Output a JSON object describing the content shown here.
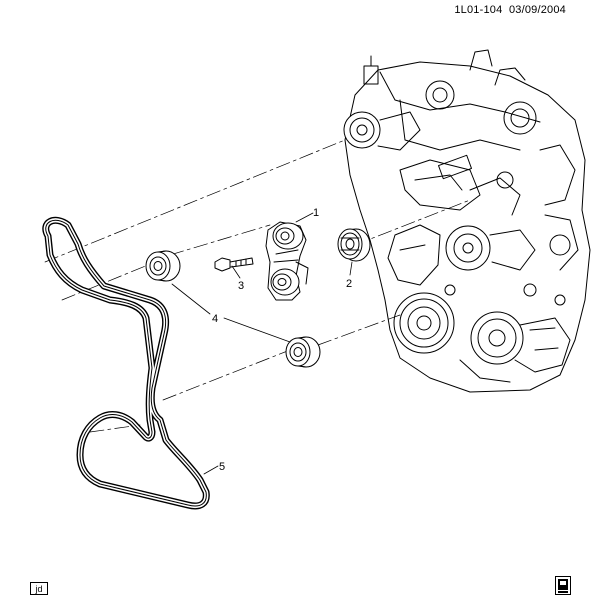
{
  "header": {
    "code": "1L01-104",
    "date": "03/09/2004"
  },
  "callouts": {
    "c1": "1",
    "c2": "2",
    "c3": "3",
    "c4": "4",
    "c5": "5"
  },
  "footer": {
    "illustrator": "jd",
    "logo_icon": "gm-logo-icon"
  }
}
